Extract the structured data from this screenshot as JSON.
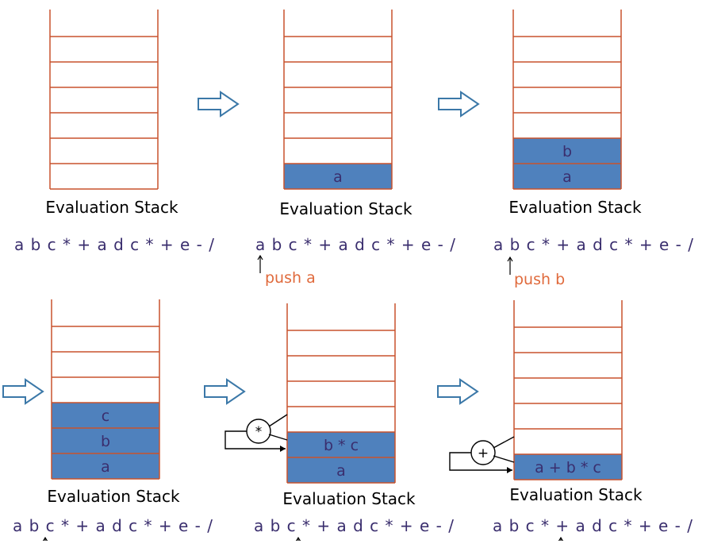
{
  "colors": {
    "stack_line": "#c8522d",
    "filled_cell": "#4f81bd",
    "cell_text": "#3a2e6e",
    "expression_text": "#3a2e6e",
    "annotation_text": "#e06a3c",
    "arrow_outline": "#3b78a8"
  },
  "frames": [
    {
      "title": "Evaluation Stack",
      "expression": "a b c * + a d c * + e - /",
      "stack_cells": [],
      "pointer_label": "",
      "operator": "",
      "next_arrow_icon": "block-arrow-right-icon"
    },
    {
      "title": "Evaluation Stack",
      "expression": "a b c * + a d c * + e - /",
      "stack_cells": [
        "a"
      ],
      "pointer_label": "push a",
      "operator": "",
      "next_arrow_icon": "block-arrow-right-icon"
    },
    {
      "title": "Evaluation Stack",
      "expression": "a b c * + a d c * + e - /",
      "stack_cells": [
        "a",
        "b"
      ],
      "pointer_label": "push b",
      "operator": "",
      "next_arrow_icon": "block-arrow-right-icon"
    },
    {
      "title": "Evaluation Stack",
      "expression": "a b c * + a d c * + e - /",
      "stack_cells": [
        "a",
        "b",
        "c"
      ],
      "pointer_label": "",
      "operator": "",
      "next_arrow_icon": "block-arrow-right-icon"
    },
    {
      "title": "Evaluation Stack",
      "expression": "a b c * + a d c * + e - /",
      "stack_cells": [
        "a",
        "b * c"
      ],
      "pointer_label": "",
      "operator": "*",
      "next_arrow_icon": "block-arrow-right-icon"
    },
    {
      "title": "Evaluation Stack",
      "expression": "a b c * + a d c * + e - /",
      "stack_cells": [
        "a + b * c"
      ],
      "pointer_label": "",
      "operator": "+",
      "next_arrow_icon": ""
    }
  ]
}
